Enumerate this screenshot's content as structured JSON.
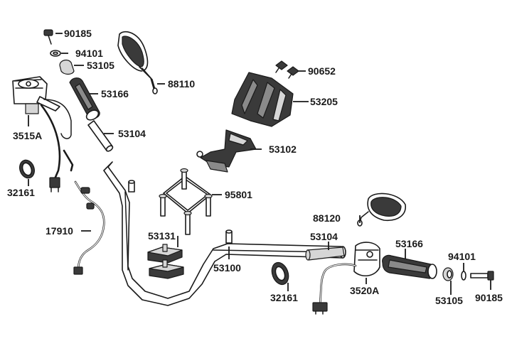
{
  "parts": {
    "bolt_left": "90185",
    "washer_left": "94101",
    "endcap_left": "53105",
    "grip_left": "53166",
    "master_cylinder": "3515A",
    "tube_left": "53104",
    "mirror_left": "88110",
    "windscreen_clip": "90652",
    "windscreen": "53205",
    "windscreen_bracket": "53102",
    "band_left": "32161",
    "mount_bolts": "95801",
    "switch_wire": "17910",
    "holder": "53131",
    "handlebar": "53100",
    "mirror_right": "88120",
    "tube_right": "53104",
    "grip_right": "53166",
    "washer_right": "94101",
    "band_right": "32161",
    "throttle": "3520A",
    "endcap_right": "53105",
    "bolt_right": "90185"
  }
}
